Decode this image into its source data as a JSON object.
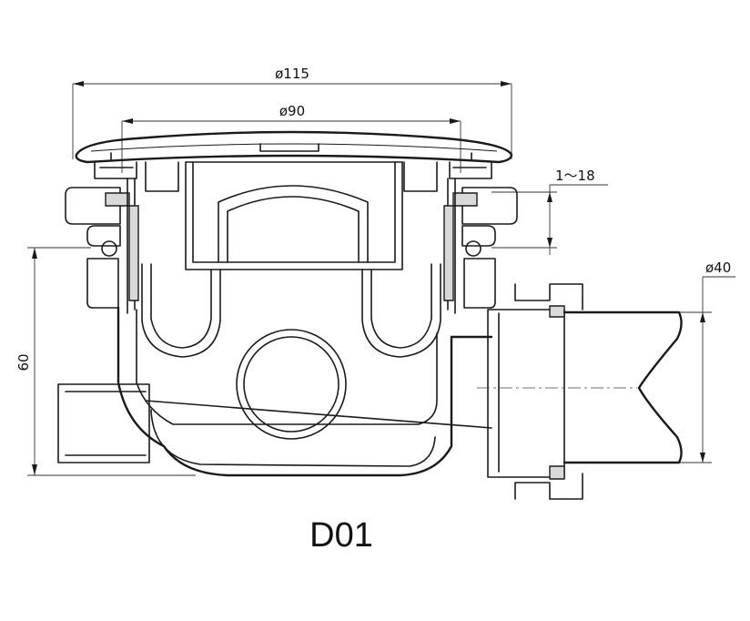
{
  "dimensions": {
    "outer_diameter": "ø115",
    "inner_diameter": "ø90",
    "adjust_range": "1～18",
    "outlet_diameter": "ø40",
    "height": "60"
  },
  "caption": "D01"
}
